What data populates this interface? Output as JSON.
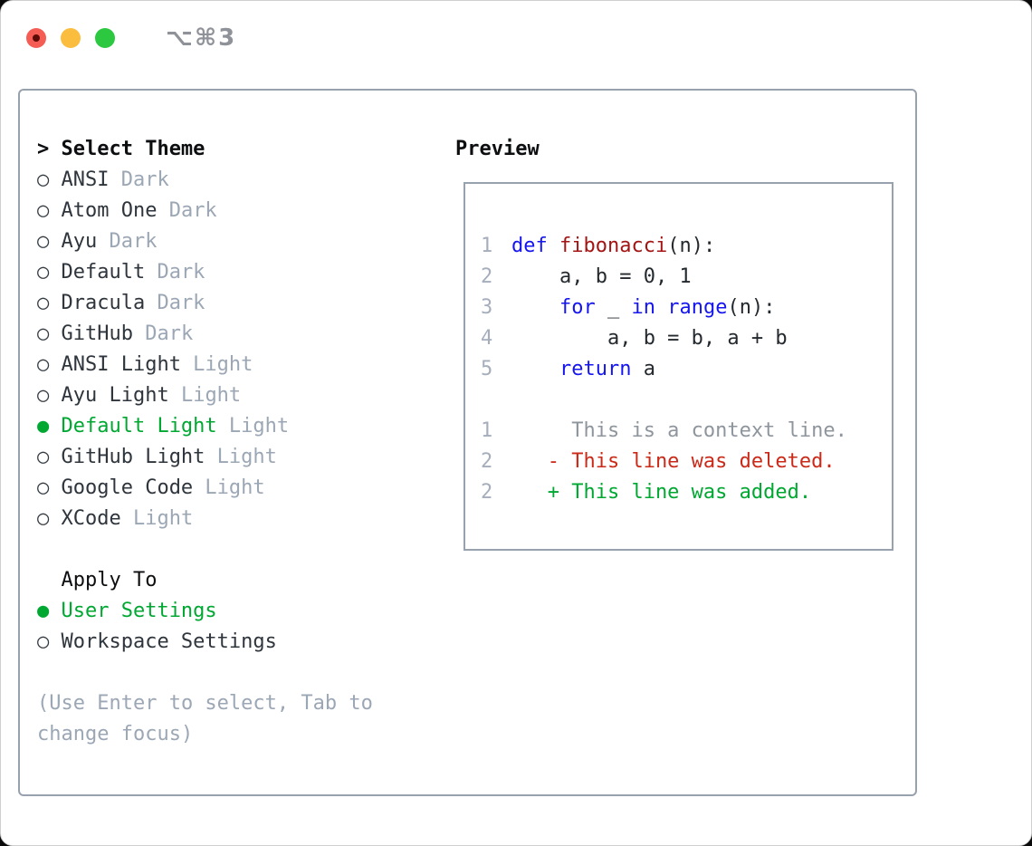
{
  "window": {
    "shortcut": "⌥⌘3"
  },
  "colors": {
    "accent_green": "#00a832",
    "keyword_blue": "#1515f0",
    "function_red": "#a31515",
    "deleted_red": "#cb2a18",
    "added_green": "#00a832",
    "muted_gray": "#9ca7b5",
    "line_number_gray": "#a6aebc",
    "context_gray": "#8e959d",
    "text_dark": "#2f353c",
    "border_gray": "#98a1ae",
    "traffic_red": "#f45c54",
    "traffic_yellow": "#fabd3d",
    "traffic_green": "#2bc840"
  },
  "theme_picker": {
    "prompt": ">",
    "title": "Select Theme",
    "radio_unselected": "○",
    "radio_selected": "●",
    "items": [
      {
        "name": "ANSI",
        "variant": "Dark",
        "selected": false
      },
      {
        "name": "Atom One",
        "variant": "Dark",
        "selected": false
      },
      {
        "name": "Ayu",
        "variant": "Dark",
        "selected": false
      },
      {
        "name": "Default",
        "variant": "Dark",
        "selected": false
      },
      {
        "name": "Dracula",
        "variant": "Dark",
        "selected": false
      },
      {
        "name": "GitHub",
        "variant": "Dark",
        "selected": false
      },
      {
        "name": "ANSI Light",
        "variant": "Light",
        "selected": false
      },
      {
        "name": "Ayu Light",
        "variant": "Light",
        "selected": false
      },
      {
        "name": "Default Light",
        "variant": "Light",
        "selected": true
      },
      {
        "name": "GitHub Light",
        "variant": "Light",
        "selected": false
      },
      {
        "name": "Google Code",
        "variant": "Light",
        "selected": false
      },
      {
        "name": "XCode",
        "variant": "Light",
        "selected": false
      }
    ],
    "apply_to": {
      "title": "Apply To",
      "options": [
        {
          "label": "User Settings",
          "selected": true
        },
        {
          "label": "Workspace Settings",
          "selected": false
        }
      ]
    },
    "help_lines": [
      "(Use Enter to select, Tab to",
      "change focus)"
    ]
  },
  "preview": {
    "title": "Preview",
    "code_lines": [
      {
        "num": "1",
        "tokens": [
          {
            "t": "def",
            "c": "kw"
          },
          {
            "t": " ",
            "c": "pl"
          },
          {
            "t": "fibonacci",
            "c": "fn"
          },
          {
            "t": "(n):",
            "c": "pl"
          }
        ]
      },
      {
        "num": "2",
        "tokens": [
          {
            "t": "    a, b = 0, 1",
            "c": "pl"
          }
        ]
      },
      {
        "num": "3",
        "tokens": [
          {
            "t": "    ",
            "c": "pl"
          },
          {
            "t": "for",
            "c": "kw"
          },
          {
            "t": " _ ",
            "c": "pl"
          },
          {
            "t": "in",
            "c": "kw"
          },
          {
            "t": " ",
            "c": "pl"
          },
          {
            "t": "range",
            "c": "kw"
          },
          {
            "t": "(n):",
            "c": "pl"
          }
        ]
      },
      {
        "num": "4",
        "tokens": [
          {
            "t": "        a, b = b, a + b",
            "c": "pl"
          }
        ]
      },
      {
        "num": "5",
        "tokens": [
          {
            "t": "    ",
            "c": "pl"
          },
          {
            "t": "return",
            "c": "kw"
          },
          {
            "t": " a",
            "c": "pl"
          }
        ]
      },
      {
        "num": "",
        "tokens": []
      },
      {
        "num": "1",
        "tokens": [
          {
            "t": "     This is a context line.",
            "c": "ctx"
          }
        ]
      },
      {
        "num": "2",
        "tokens": [
          {
            "t": "   - This line was deleted.",
            "c": "del"
          }
        ]
      },
      {
        "num": "2",
        "tokens": [
          {
            "t": "   + This line was added.",
            "c": "add"
          }
        ]
      }
    ]
  }
}
